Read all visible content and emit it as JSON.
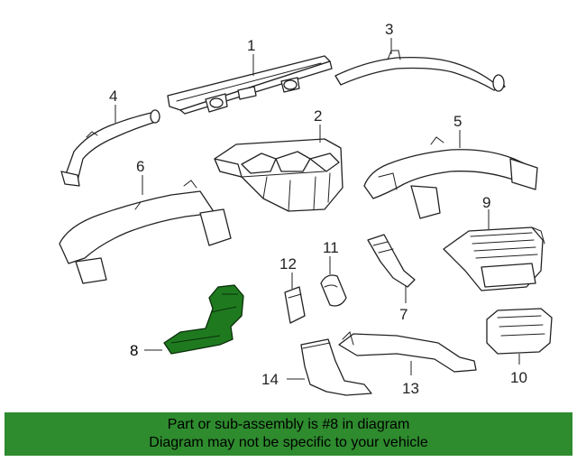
{
  "callouts": [
    "1",
    "2",
    "3",
    "4",
    "5",
    "6",
    "7",
    "8",
    "9",
    "10",
    "11",
    "12",
    "13",
    "14"
  ],
  "highlight_color": "#2e8b2e",
  "banner": {
    "line1": "Part or sub-assembly is #8 in diagram",
    "line2": "Diagram may not be specific to your vehicle"
  }
}
